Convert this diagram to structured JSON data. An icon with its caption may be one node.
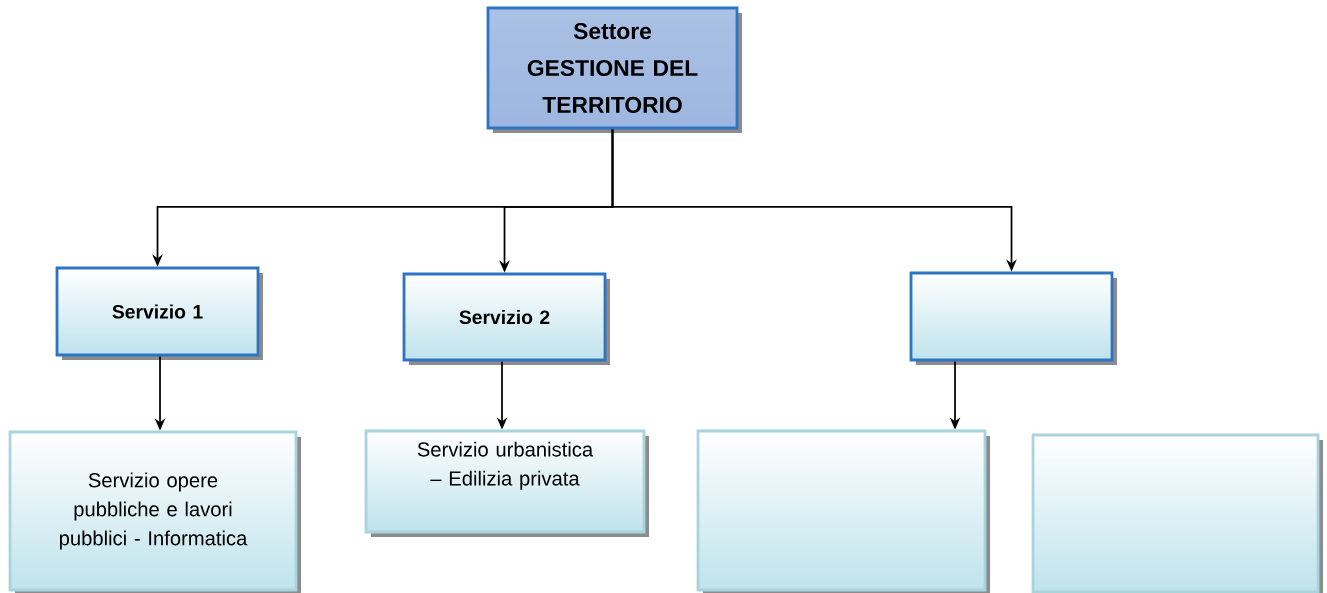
{
  "diagram": {
    "nodes": [
      {
        "text": [
          "Settore",
          "GESTIONE DEL TERRITORIO"
        ]
      },
      {
        "text": [
          "Servizio 1"
        ]
      },
      {
        "text": [
          "Servizio 2"
        ]
      },
      {
        "text": [],
        "shape": "box"
      },
      {
        "text": [
          "Servizio opere pubbliche e lavori pubblici - Informatica"
        ]
      },
      {
        "text": [
          "Servizio urbanistica – Edilizia privata"
        ]
      },
      {
        "text": [],
        "shape": "box"
      },
      {
        "text": [],
        "shape": "box"
      }
    ],
    "edges": [
      {
        "from": 0,
        "to": 1,
        "arrow": "to"
      },
      {
        "from": 0,
        "to": 2,
        "arrow": "to"
      },
      {
        "from": 0,
        "to": 3,
        "arrow": "to"
      },
      {
        "from": 1,
        "to": 4,
        "arrow": "to"
      },
      {
        "from": 2,
        "to": 5,
        "arrow": "to"
      },
      {
        "from": 3,
        "to": 6,
        "arrow": "to"
      }
    ]
  }
}
